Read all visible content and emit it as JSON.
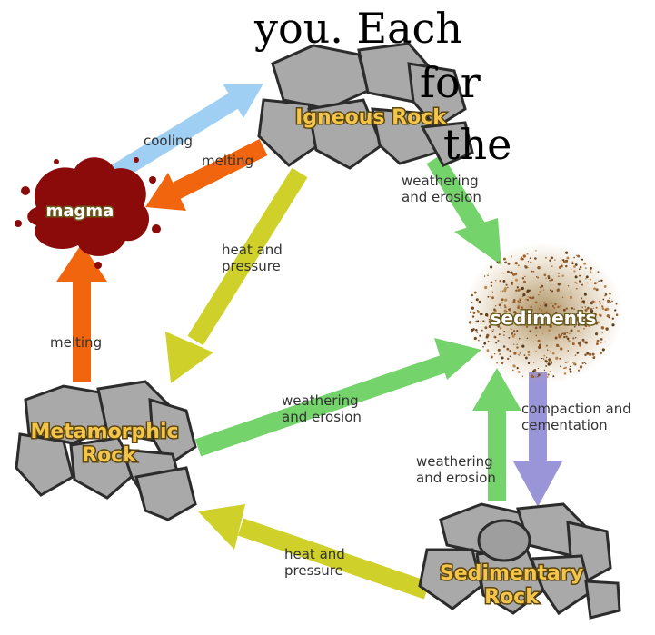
{
  "overlay_text": {
    "line1": "you. Each",
    "line2": "for",
    "line3": "the"
  },
  "nodes": {
    "igneous": "Igneous Rock",
    "magma": "magma",
    "sediments": "sediments",
    "metamorphic_line1": "Metamorphic",
    "metamorphic_line2": "Rock",
    "sedimentary_line1": "Sedimentary",
    "sedimentary_line2": "Rock"
  },
  "edges": {
    "cooling": "cooling",
    "melting_top": "melting",
    "weathering_top_1": "weathering",
    "weathering_top_2": "and erosion",
    "heat_top_1": "heat and",
    "heat_top_2": "pressure",
    "melting_left": "melting",
    "weathering_mid_1": "weathering",
    "weathering_mid_2": "and erosion",
    "compaction_1": "compaction and",
    "compaction_2": "cementation",
    "weathering_bottom_1": "weathering",
    "weathering_bottom_2": "and erosion",
    "heat_bottom_1": "heat and",
    "heat_bottom_2": "pressure"
  },
  "colors": {
    "blue_arrow": "#9fd0f4",
    "orange_arrow": "#f2650f",
    "yellow_arrow": "#cfd12a",
    "green_arrow": "#74d36b",
    "purple_arrow": "#9a95d8",
    "rock_fill": "#a9a9a9",
    "magma": "#8b0a0a"
  }
}
